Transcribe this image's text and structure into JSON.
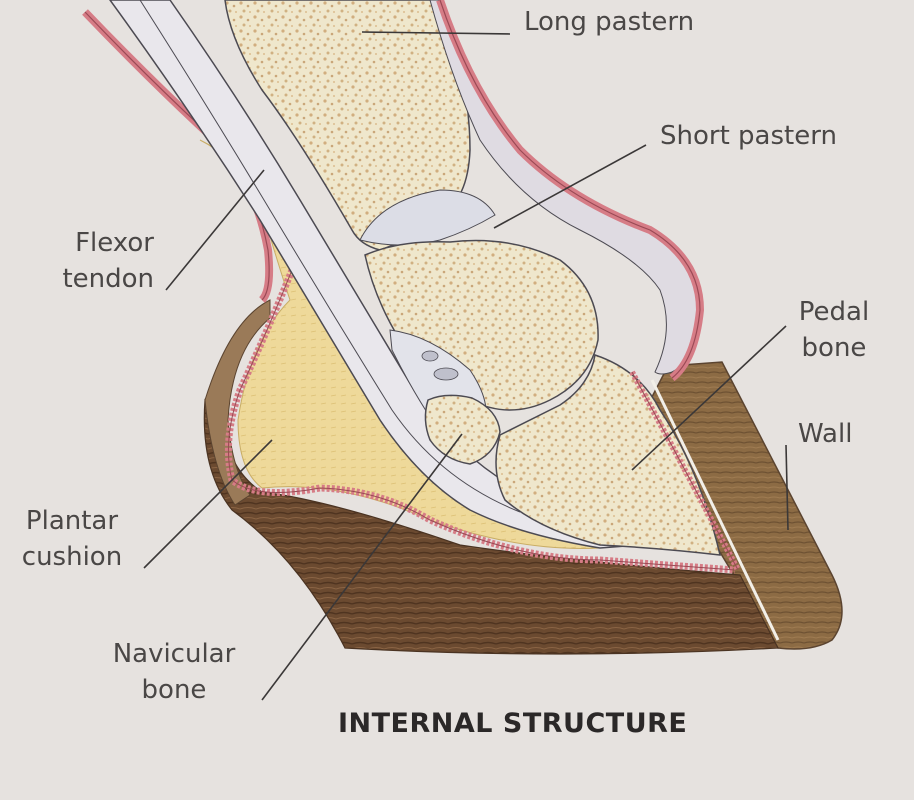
{
  "diagram": {
    "caption": "INTERNAL STRUCTURE",
    "labels": {
      "long_pastern": "Long pastern",
      "short_pastern": "Short pastern",
      "flexor_tendon": [
        "Flexor",
        "tendon"
      ],
      "pedal_bone": [
        "Pedal",
        "bone"
      ],
      "wall": "Wall",
      "plantar_cushion": [
        "Plantar",
        "cushion"
      ],
      "navicular_bone": [
        "Navicular",
        "bone"
      ]
    }
  },
  "colors": {
    "background": "#e6e2df",
    "bone": "#efe7cc",
    "bone_speckle": "#c49a63",
    "cushion": "#eed99a",
    "tendon": "#e9e7e9",
    "skin": "#d67c86",
    "hoof": "#8a6a45",
    "sole": "#6b4a30",
    "outline": "#4c4a52",
    "label": "#4a4746"
  }
}
